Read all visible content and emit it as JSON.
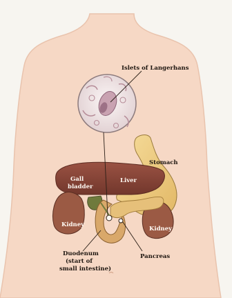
{
  "labels": {
    "islets": "Islets of Langerhans",
    "stomach": "Stomach",
    "gall_bladder_line1": "Gall",
    "gall_bladder_line2": "bladder",
    "liver": "Liver",
    "kidney_left": "Kidney",
    "kidney_right": "Kidney",
    "duodenum_line1": "Duodenum",
    "duodenum_line2": "(start of",
    "duodenum_line3": "small intestine)",
    "pancreas": "Pancreas"
  },
  "colors": {
    "skin": "#f6d8c5",
    "liver": "#8a4538",
    "kidney": "#9b5a44",
    "stomach": "#efd08a",
    "pancreas": "#e6c07a",
    "duodenum": "#d9a86a",
    "islet_bg": "#f1e7e7",
    "outline": "#6e5548"
  }
}
